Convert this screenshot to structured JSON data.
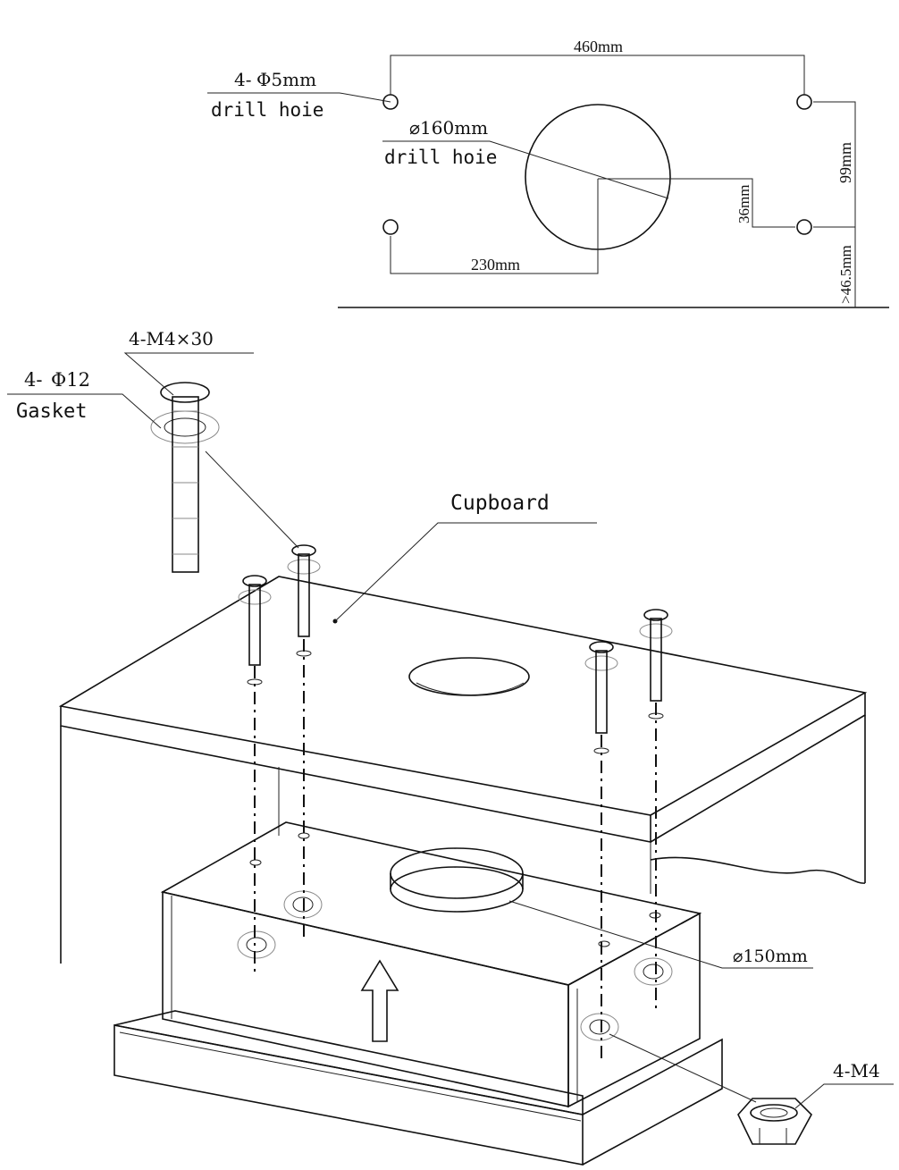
{
  "drawing": {
    "top_plan": {
      "drill_small": {
        "qty": "4-",
        "dia": "Φ5mm",
        "desc": "drill hoie"
      },
      "drill_large": {
        "dia": "⌀160mm",
        "desc": "drill hoie"
      },
      "dim_width": "460mm",
      "dim_center": "230mm",
      "dim_offset": "36mm",
      "dim_height": "99mm",
      "dim_edge": ">46.5mm"
    },
    "assembly": {
      "screw": "4-M4×30",
      "gasket_qty": "4-",
      "gasket_dia": "Φ12",
      "gasket_desc": "Gasket",
      "cupboard": "Cupboard",
      "outlet": "⌀150mm",
      "nut": "4-M4"
    }
  }
}
